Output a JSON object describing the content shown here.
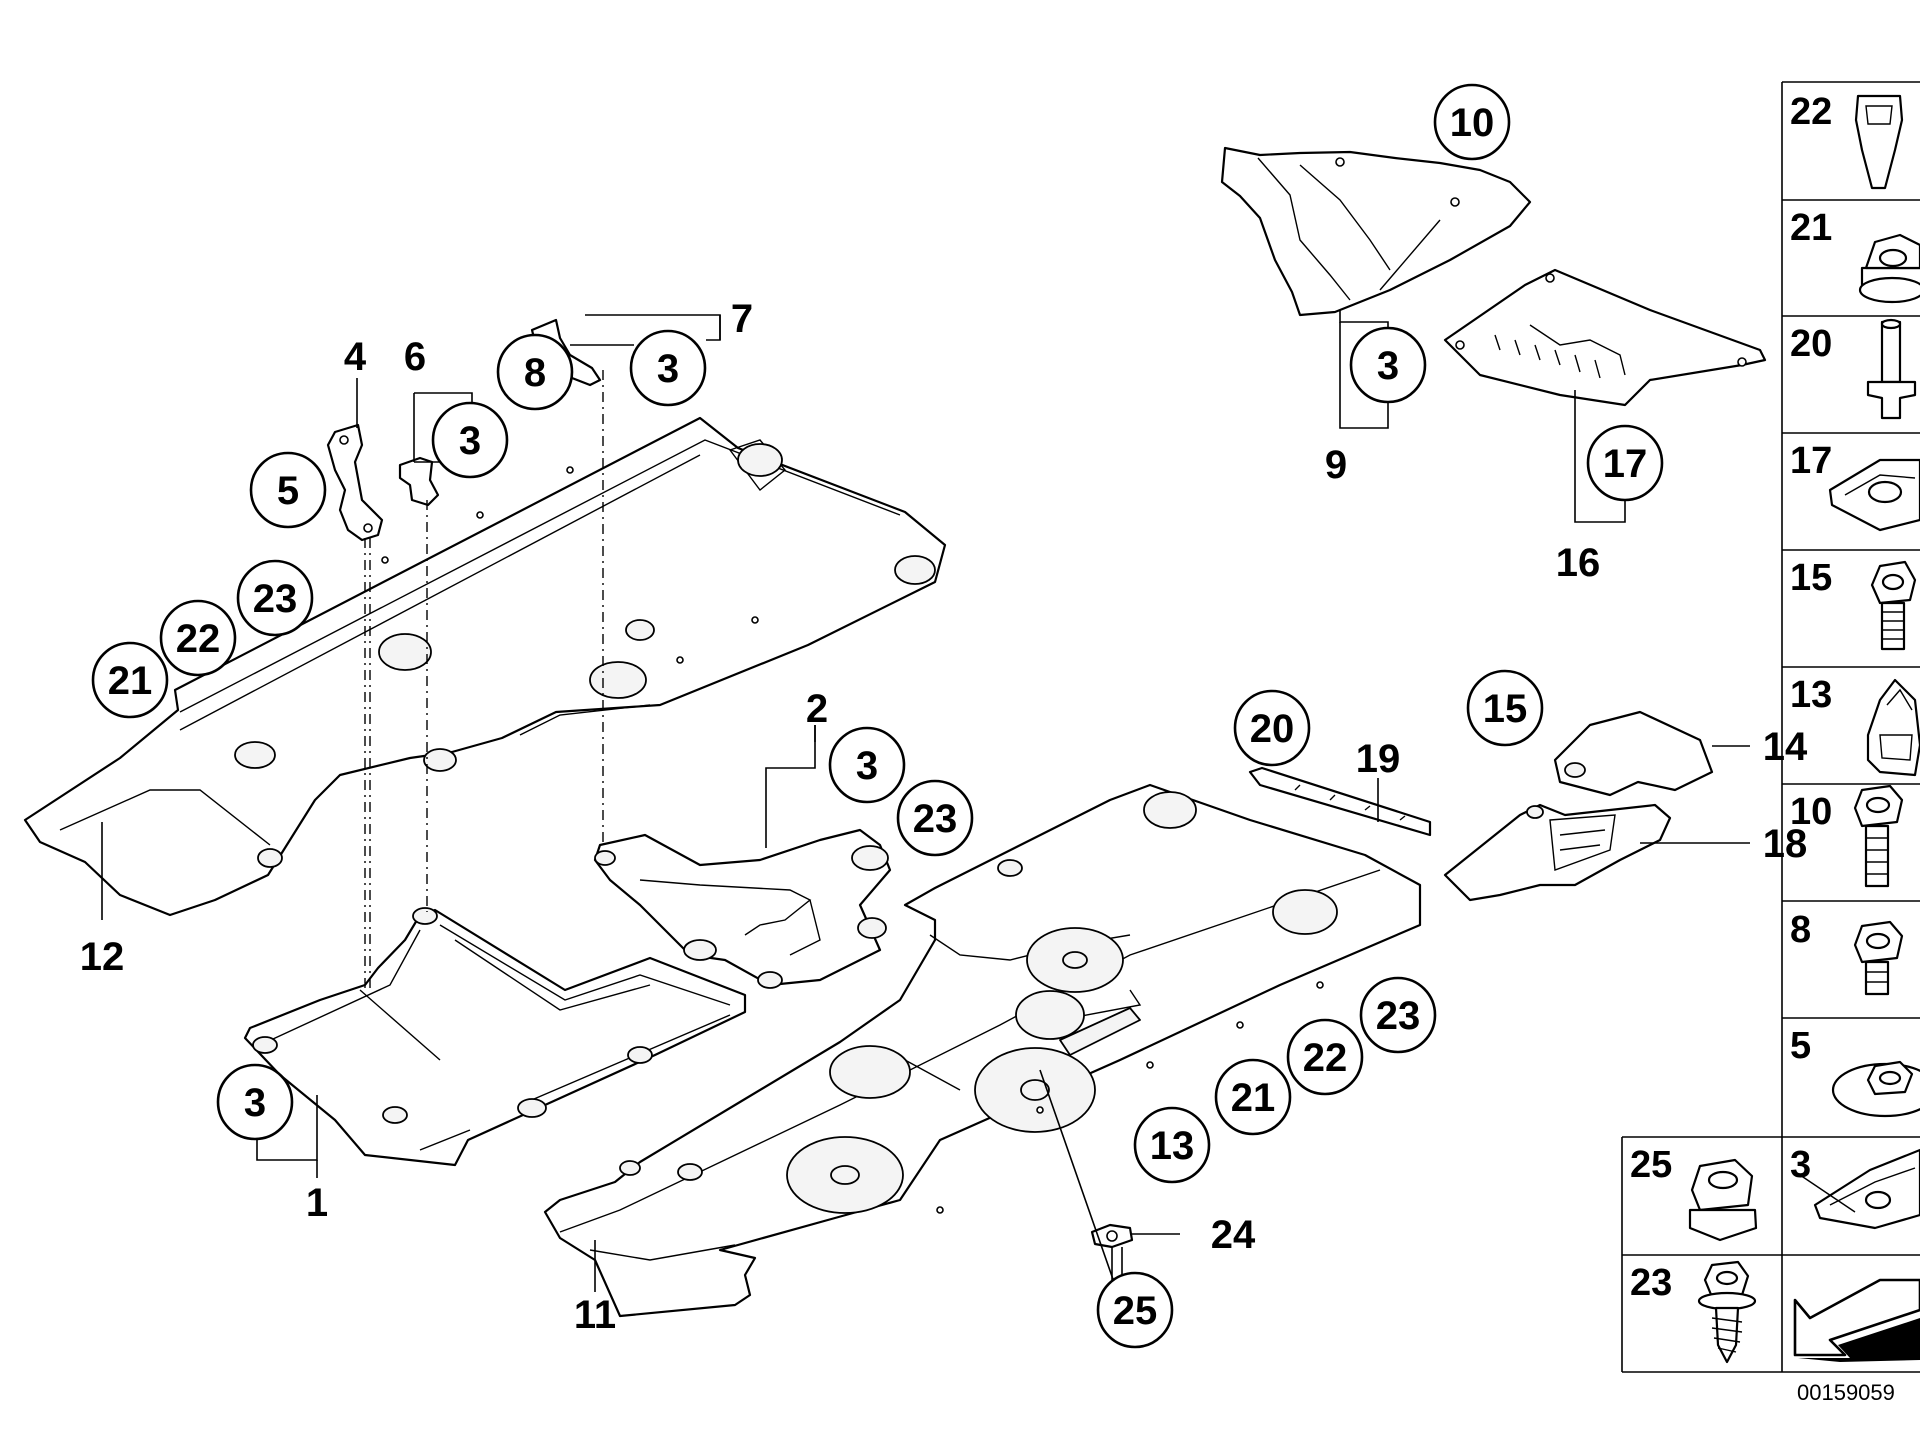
{
  "callouts": [
    {
      "id": "c10",
      "label": "10"
    },
    {
      "id": "c3_9",
      "label": "3"
    },
    {
      "id": "c17",
      "label": "17"
    },
    {
      "id": "c8",
      "label": "8"
    },
    {
      "id": "c3_7",
      "label": "3"
    },
    {
      "id": "c3_6",
      "label": "3"
    },
    {
      "id": "c5",
      "label": "5"
    },
    {
      "id": "c23a",
      "label": "23"
    },
    {
      "id": "c22a",
      "label": "22"
    },
    {
      "id": "c21a",
      "label": "21"
    },
    {
      "id": "c3_2",
      "label": "3"
    },
    {
      "id": "c23b",
      "label": "23"
    },
    {
      "id": "c20",
      "label": "20"
    },
    {
      "id": "c15",
      "label": "15"
    },
    {
      "id": "c3_1",
      "label": "3"
    },
    {
      "id": "c23c",
      "label": "23"
    },
    {
      "id": "c22b",
      "label": "22"
    },
    {
      "id": "c21b",
      "label": "21"
    },
    {
      "id": "c13",
      "label": "13"
    },
    {
      "id": "c25",
      "label": "25"
    }
  ],
  "plain_labels": [
    {
      "id": "p4",
      "label": "4"
    },
    {
      "id": "p6",
      "label": "6"
    },
    {
      "id": "p7",
      "label": "7"
    },
    {
      "id": "p9",
      "label": "9"
    },
    {
      "id": "p16",
      "label": "16"
    },
    {
      "id": "p2",
      "label": "2"
    },
    {
      "id": "p19",
      "label": "19"
    },
    {
      "id": "p14",
      "label": "14"
    },
    {
      "id": "p18",
      "label": "18"
    },
    {
      "id": "p12",
      "label": "12"
    },
    {
      "id": "p1",
      "label": "1"
    },
    {
      "id": "p11",
      "label": "11"
    },
    {
      "id": "p24",
      "label": "24"
    }
  ],
  "legend": [
    {
      "label": "22",
      "icon": "plastic-expanding-nut-icon"
    },
    {
      "label": "21",
      "icon": "hex-nut-with-collar-icon"
    },
    {
      "label": "20",
      "icon": "push-pin-rivet-icon"
    },
    {
      "label": "17",
      "icon": "clip-nut-icon"
    },
    {
      "label": "15",
      "icon": "hex-bolt-icon"
    },
    {
      "label": "13",
      "icon": "bracket-clip-icon"
    },
    {
      "label": "10",
      "icon": "hex-bolt-long-icon"
    },
    {
      "label": "8",
      "icon": "hex-bolt-short-icon"
    },
    {
      "label": "5",
      "icon": "washer-nut-icon"
    },
    {
      "label": "25",
      "icon": "flange-nut-icon"
    },
    {
      "label": "3",
      "icon": "spring-nut-icon"
    },
    {
      "label": "23",
      "icon": "self-tapping-screw-icon"
    },
    {
      "label": "",
      "icon": "direction-arrow-icon"
    }
  ],
  "document_id": "00159059"
}
